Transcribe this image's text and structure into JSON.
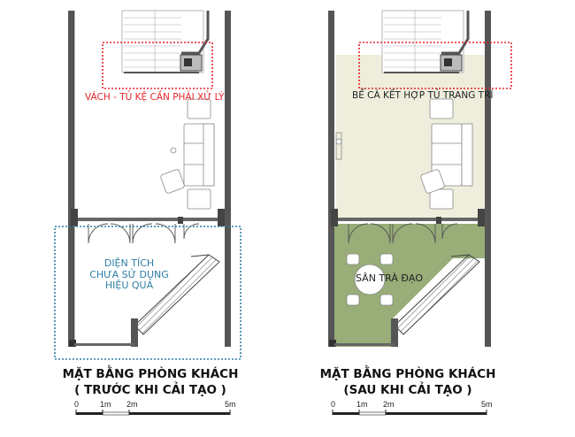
{
  "before": {
    "label_red": "VÁCH - TỦ KỆ CẦN PHẢI XỬ LÝ",
    "label_blue": [
      "DIỆN TÍCH",
      "CHƯA SỬ DỤNG",
      "HIỆU QUẢ"
    ],
    "title": [
      "MẶT BẰNG PHÒNG KHÁCH",
      "( TRƯỚC KHI CẢI TẠO )"
    ]
  },
  "after": {
    "label_red": "BỂ CÁ KẾT HỢP TỦ TRANG TRÍ",
    "label_green": "SÂN TRÀ ĐẠO",
    "title": [
      "MẶT BẰNG PHÒNG KHÁCH",
      "(SAU KHI CẢI TẠO )"
    ]
  },
  "scale": {
    "ticks": [
      "0",
      "1m",
      "2m",
      "5m"
    ]
  },
  "colors": {
    "wall": "#4d4d4d",
    "red_dash": "#e5252b",
    "blue_dash": "#2f7fa6",
    "floor_beige": "#efeedd",
    "garden_green": "#98ad78"
  }
}
